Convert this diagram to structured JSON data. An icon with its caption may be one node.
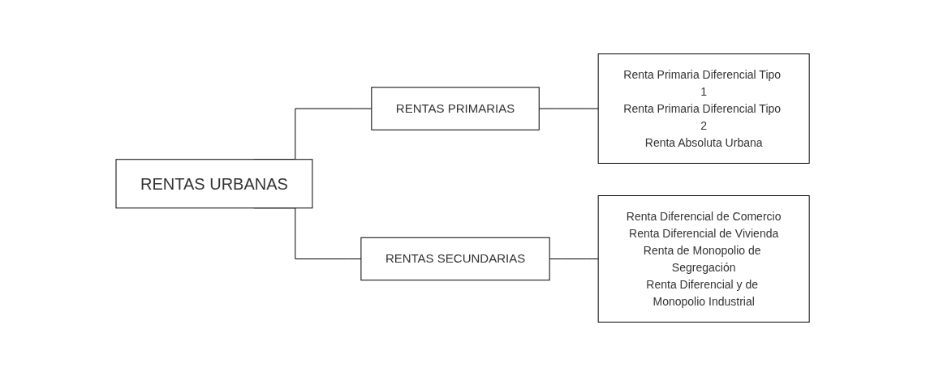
{
  "diagram": {
    "nodes": [
      {
        "text": [
          "RENTAS URBANAS"
        ]
      },
      {
        "text": [
          "RENTAS PRIMARIAS"
        ]
      },
      {
        "text": [
          "Renta Primaria Diferencial Tipo 1",
          "Renta Primaria Diferencial Tipo 2",
          "Renta Absoluta Urbana"
        ]
      },
      {
        "text": [
          "RENTAS SECUNDARIAS"
        ]
      },
      {
        "text": [
          "Renta Diferencial de Comercio",
          "Renta Diferencial de Vivienda",
          "Renta de Monopolio de Segregación",
          "Renta Diferencial y de Monopolio Industrial"
        ]
      }
    ],
    "edges": [
      {
        "from": 0,
        "to": 1,
        "arrow": "none"
      },
      {
        "from": 1,
        "to": 2,
        "arrow": "none"
      },
      {
        "from": 0,
        "to": 3,
        "arrow": "none"
      },
      {
        "from": 3,
        "to": 4,
        "arrow": "none"
      }
    ]
  }
}
